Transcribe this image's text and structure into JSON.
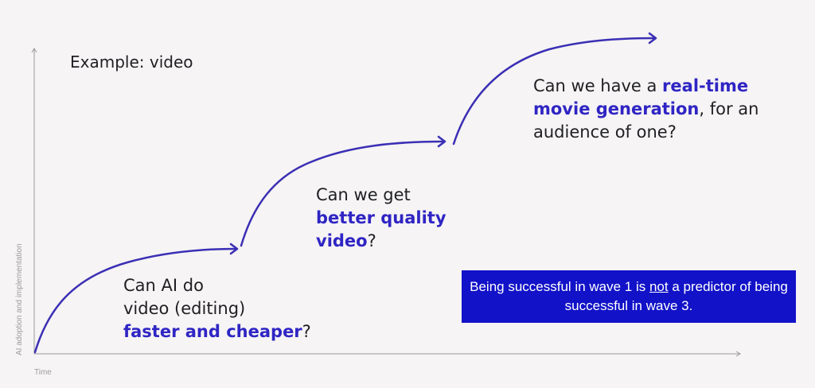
{
  "example_title": "Example: video",
  "axes": {
    "y_label": "AI adoption and implementation",
    "x_label": "Time"
  },
  "waves": [
    {
      "line1": "Can AI do",
      "line2": "video (editing)",
      "highlight": "faster and cheaper",
      "tail": "?"
    },
    {
      "line1": "Can we get",
      "highlight": "better quality video",
      "tail": "?"
    },
    {
      "lead": "Can we have a ",
      "highlight": "real-time movie generation",
      "tail": ", for an audience of one?"
    }
  ],
  "callout": {
    "pre": "Being successful in wave 1 is ",
    "emph": "not",
    "post": " a predictor of being successful in wave 3."
  },
  "colors": {
    "accent": "#2f25c4",
    "callout_bg": "#1212c8",
    "background": "#f6f4f4"
  }
}
